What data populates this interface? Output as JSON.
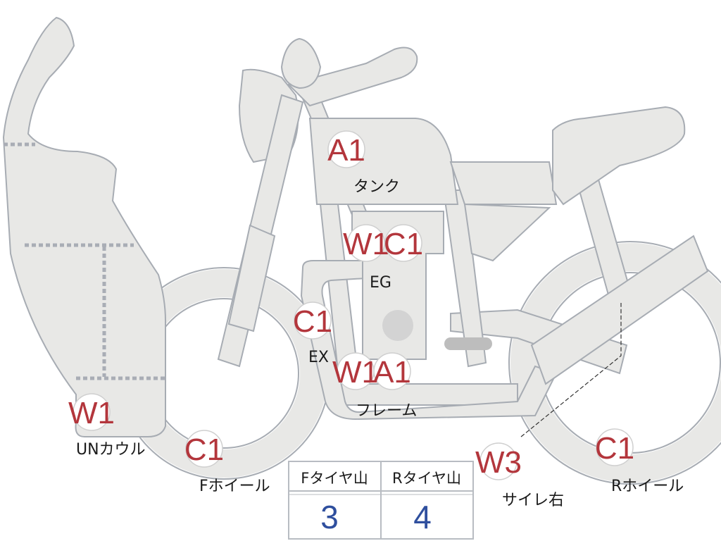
{
  "badges": {
    "tank": "A1",
    "eg_w": "W1",
    "eg_c": "C1",
    "ex": "C1",
    "frame_w": "W1",
    "frame_a": "A1",
    "cowl": "W1",
    "f_wheel": "C1",
    "side": "W3",
    "r_wheel": "C1"
  },
  "labels": {
    "tank": "タンク",
    "eg": "EG",
    "ex": "EX",
    "frame": "フレーム",
    "cowl": "UNカウル",
    "f_wheel": "Fホイール",
    "side": "サイレ右",
    "r_wheel": "Rホイール"
  },
  "tread_table": {
    "headers": [
      "Fタイヤ山",
      "Rタイヤ山"
    ],
    "values": [
      "3",
      "4"
    ]
  },
  "colors": {
    "badge_text": "#b3363c",
    "table_value": "#2f4f9e",
    "body_fill": "#e8e8e6",
    "outline": "#a7acb3"
  }
}
